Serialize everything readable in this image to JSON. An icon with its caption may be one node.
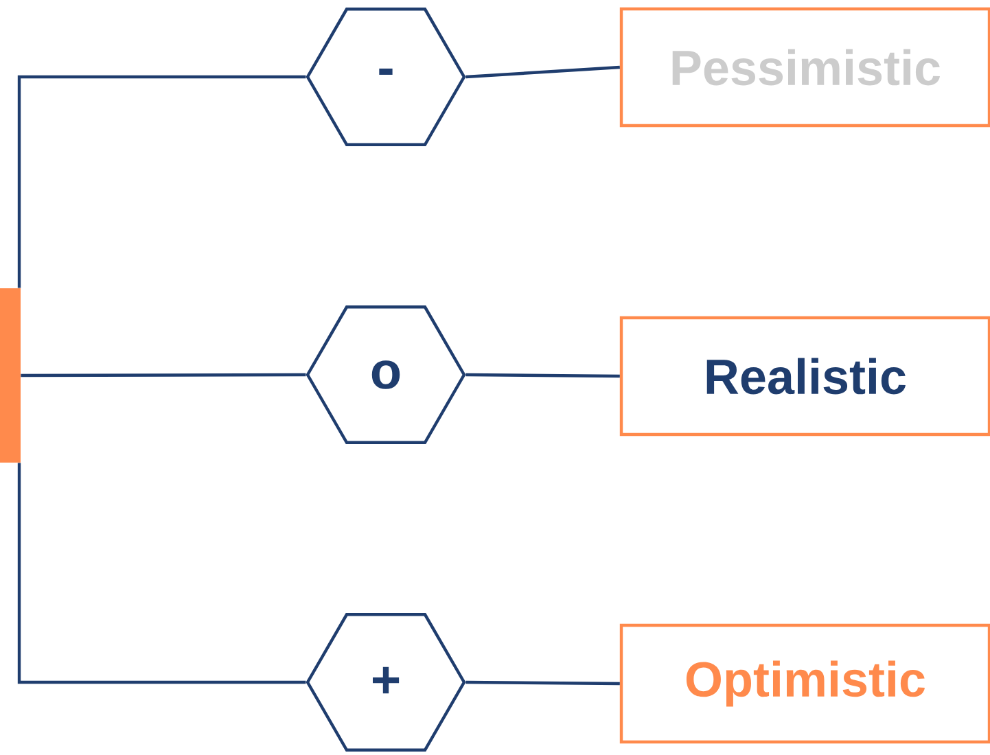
{
  "diagram": {
    "nodes": [
      {
        "text": [],
        "shape": "bar"
      },
      {
        "text": [
          "-"
        ]
      },
      {
        "text": [
          "Pessimistic"
        ]
      },
      {
        "text": [
          "o"
        ]
      },
      {
        "text": [
          "Realistic"
        ]
      },
      {
        "text": [
          "+"
        ]
      },
      {
        "text": [
          "Optimistic"
        ]
      }
    ],
    "edges": [
      {
        "from": 0,
        "to": 1,
        "arrow": "none"
      },
      {
        "from": 1,
        "to": 2,
        "arrow": "none"
      },
      {
        "from": 0,
        "to": 3,
        "arrow": "none"
      },
      {
        "from": 3,
        "to": 4,
        "arrow": "none"
      },
      {
        "from": 0,
        "to": 5,
        "arrow": "none"
      },
      {
        "from": 5,
        "to": 6,
        "arrow": "none"
      }
    ]
  }
}
